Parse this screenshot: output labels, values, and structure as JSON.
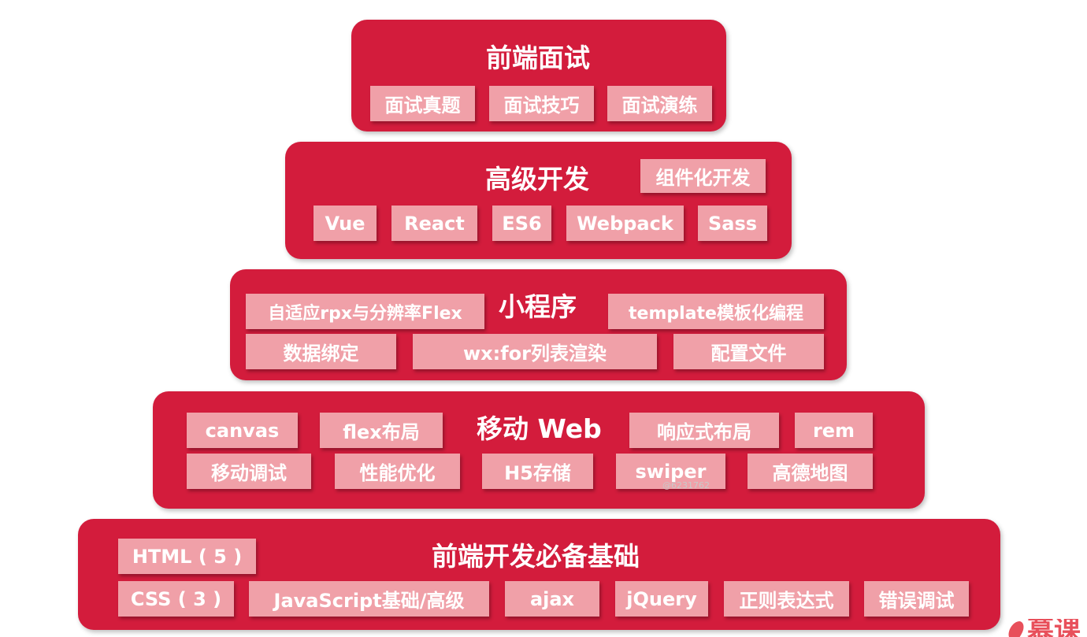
{
  "tiers": [
    {
      "title": "前端面试",
      "tags": [
        "面试真题",
        "面试技巧",
        "面试演练"
      ]
    },
    {
      "title": "高级开发",
      "tags": [
        "组件化开发",
        "Vue",
        "React",
        "ES6",
        "Webpack",
        "Sass"
      ]
    },
    {
      "title": "小程序",
      "tags": [
        "自适应rpx与分辨率Flex",
        "template模板化编程",
        "数据绑定",
        "wx:for列表渲染",
        "配置文件"
      ]
    },
    {
      "title": "移动 Web",
      "tags": [
        "canvas",
        "flex布局",
        "响应式布局",
        "rem",
        "移动调试",
        "性能优化",
        "H5存储",
        "swiper",
        "高德地图"
      ]
    },
    {
      "title": "前端开发必备基础",
      "tags": [
        "HTML ( 5 )",
        "CSS ( 3 )",
        "JavaScript基础/高级",
        "ajax",
        "jQuery",
        "正则表达式",
        "错误调试"
      ]
    }
  ],
  "watermark": "@6231762",
  "corner_logo_text": "慕课",
  "colors": {
    "tier_bg": "#d31c3c",
    "tag_bg": "#f0a0a8",
    "text": "#ffffff"
  }
}
